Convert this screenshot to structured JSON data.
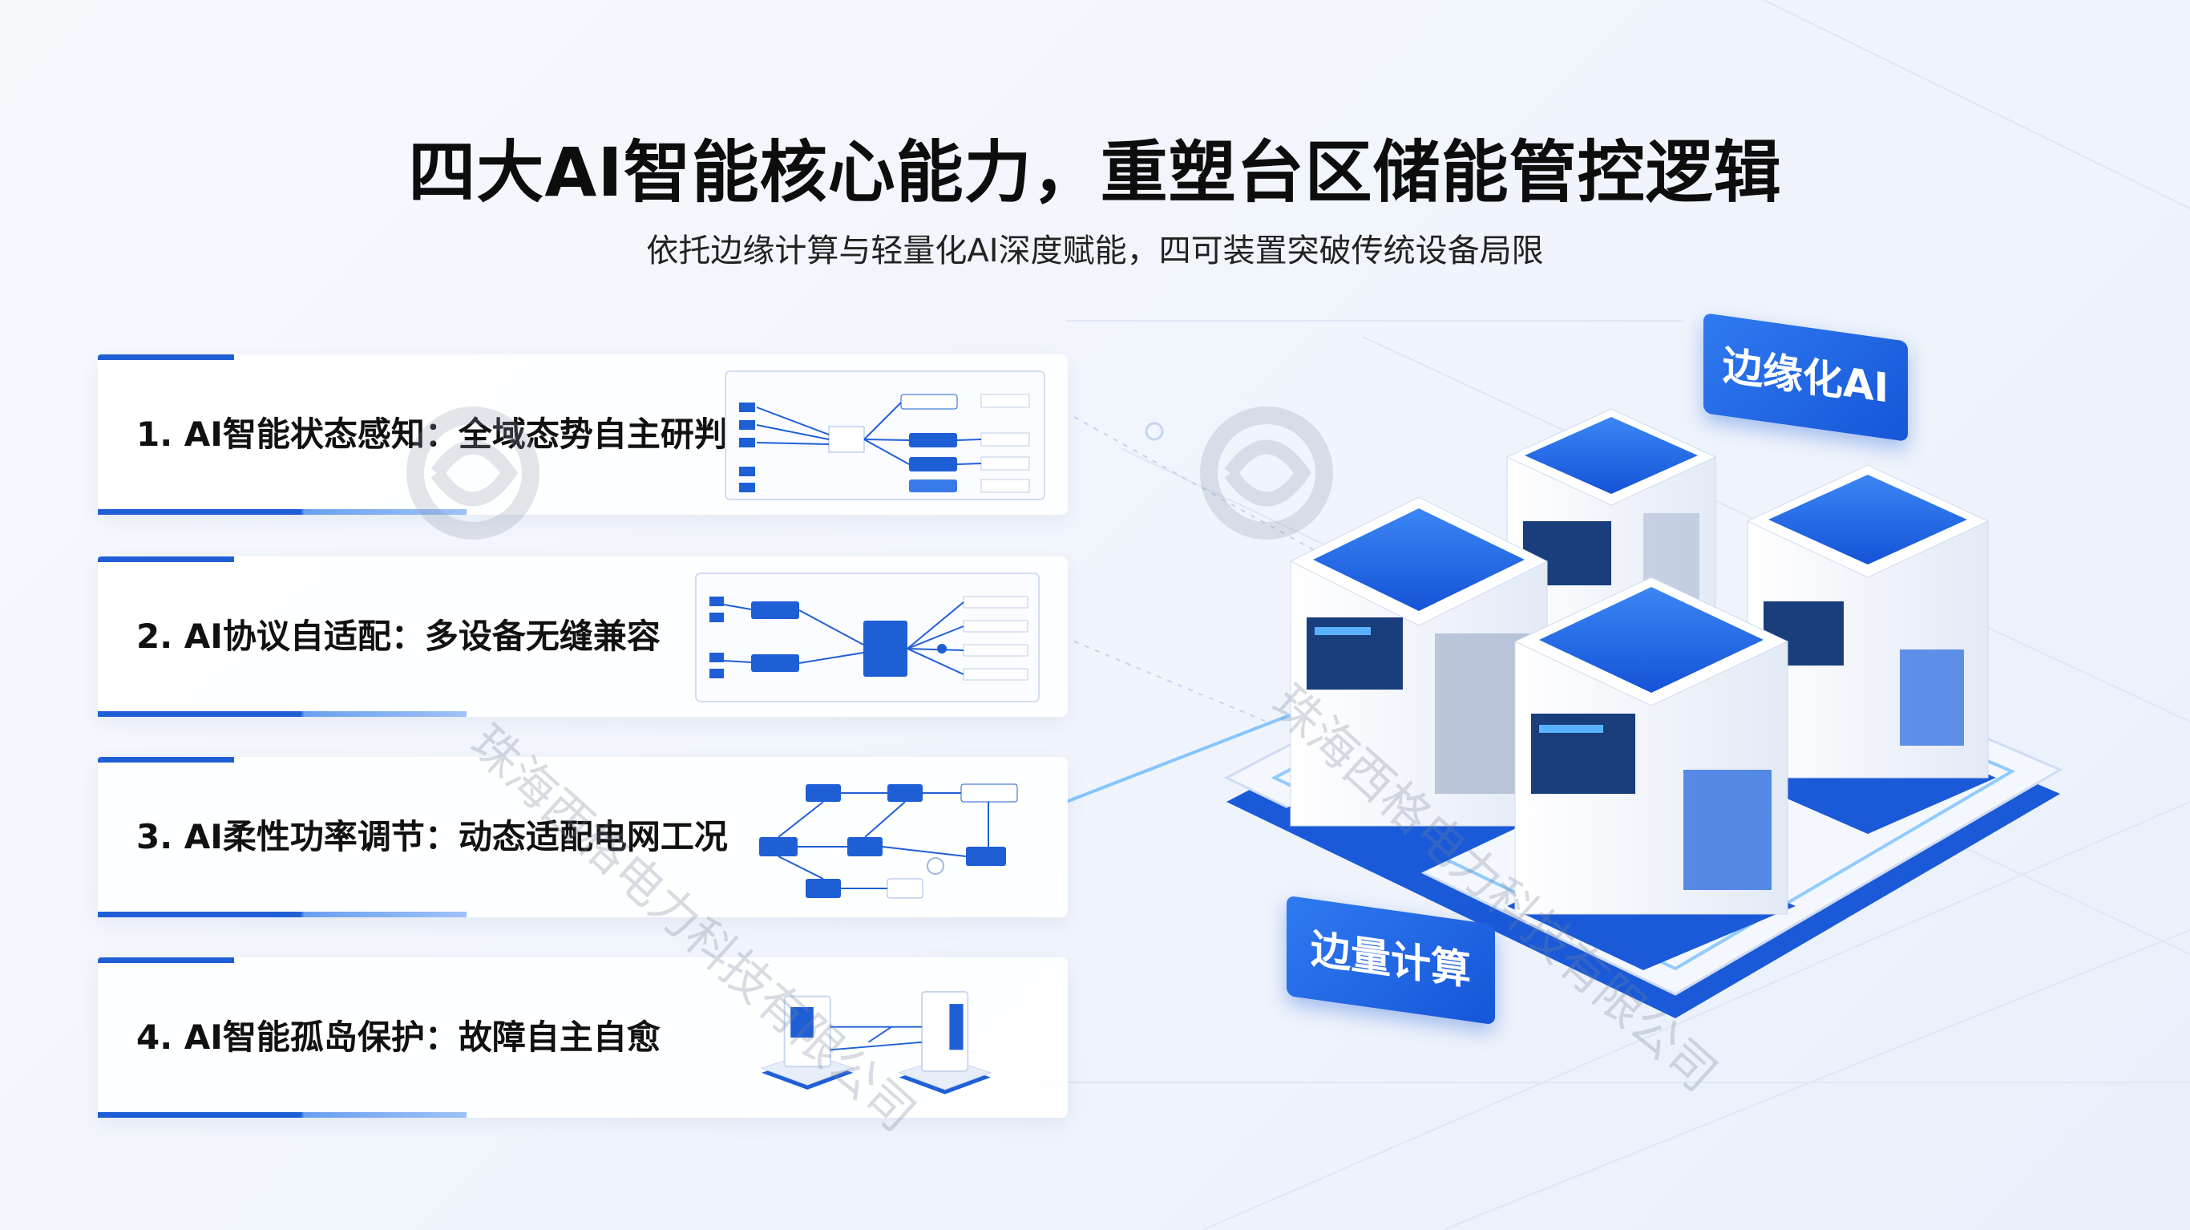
{
  "header": {
    "title": "四大AI智能核心能力，重塑台区储能管控逻辑",
    "subtitle": "依托边缘计算与轻量化AI深度赋能，四可装置突破传统设备局限"
  },
  "capabilities": [
    {
      "label": "1. AI智能状态感知：全域态势自主研判"
    },
    {
      "label": "2. AI协议自适配：多设备无缝兼容"
    },
    {
      "label": "3. AI柔性功率调节：动态适配电网工况"
    },
    {
      "label": "4. AI智能孤岛保护：故障自主自愈"
    }
  ],
  "tags": {
    "edge_ai": "边缘化AI",
    "edge_compute": "边量计算"
  },
  "watermark": {
    "text_left": "珠海西格电力科技有限公司",
    "text_right": "珠海西格电力科技有限公司"
  },
  "colors": {
    "accent": "#1f5fd6",
    "accent_light": "#9fc2f7",
    "title": "#0d0d0d"
  }
}
